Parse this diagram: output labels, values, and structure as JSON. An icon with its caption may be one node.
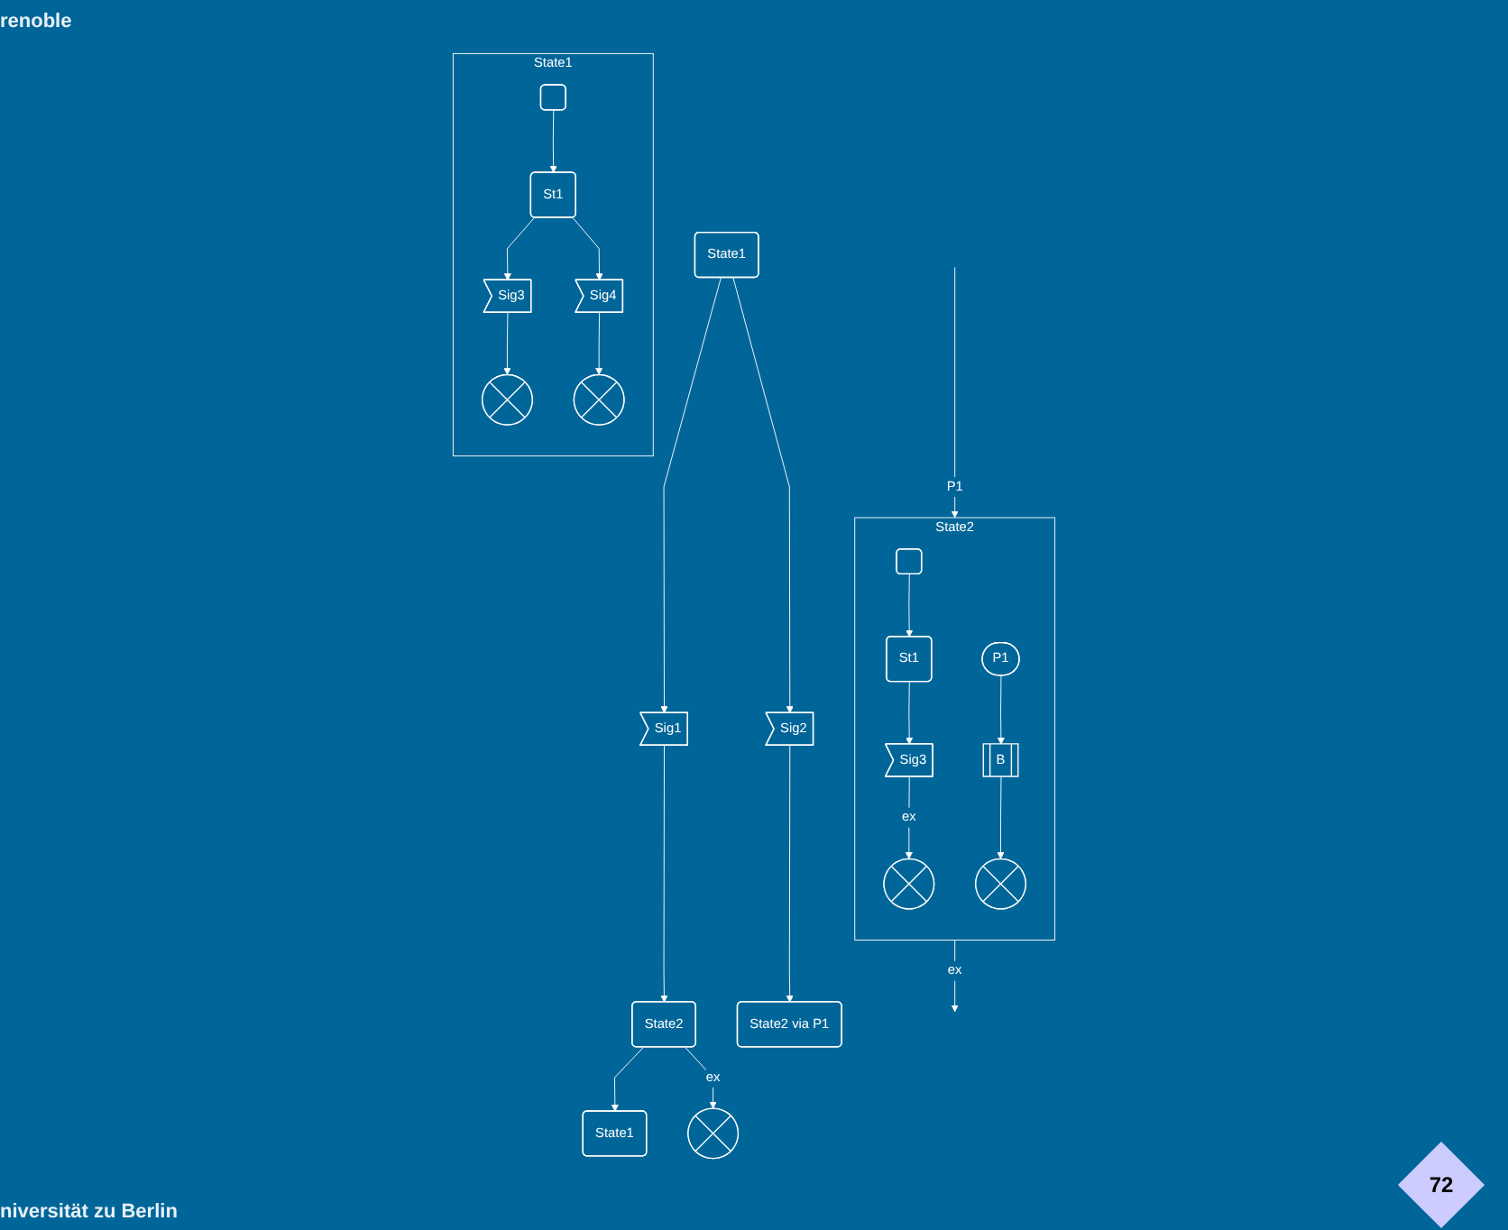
{
  "diagram": {
    "nodes": [
      {
        "text": [
          "State1"
        ]
      },
      {
        "text": [
          "Sig1"
        ]
      },
      {
        "text": [
          "Sig2"
        ]
      },
      {
        "text": [
          "State2"
        ]
      },
      {
        "text": [
          "State2 via P1"
        ]
      },
      {
        "text": [
          "State1"
        ]
      },
      {
        "text": [],
        "shape": "cross"
      },
      {
        "text": [
          "State1"
        ]
      },
      {
        "text": [],
        "shape": "box",
        "in": 7
      },
      {
        "text": [
          "St1"
        ],
        "in": 7
      },
      {
        "text": [
          "Sig3"
        ],
        "in": 7
      },
      {
        "text": [
          "Sig4"
        ],
        "in": 7
      },
      {
        "text": [],
        "shape": "circle",
        "in": 7
      },
      {
        "text": [],
        "shape": "circle",
        "in": 7
      },
      {
        "text": [
          "State2"
        ]
      },
      {
        "text": [],
        "shape": "box",
        "in": 14
      },
      {
        "text": [
          "St1"
        ],
        "in": 14
      },
      {
        "text": [
          "Sig3"
        ],
        "in": 14
      },
      {
        "text": [
          "P1"
        ],
        "in": 14
      },
      {
        "text": [
          "B"
        ],
        "in": 14
      },
      {
        "text": [],
        "shape": "circle",
        "in": 14
      },
      {
        "text": [],
        "shape": "circle",
        "in": 14
      }
    ],
    "edges": [
      {
        "from": 0,
        "to": 1,
        "arrow": "to"
      },
      {
        "from": 0,
        "to": 2,
        "arrow": "to"
      },
      {
        "from": 1,
        "to": 3,
        "arrow": "to"
      },
      {
        "from": 2,
        "to": 4,
        "arrow": "to"
      },
      {
        "from": 3,
        "to": 5,
        "arrow": "to"
      },
      {
        "from": 3,
        "to": 6,
        "arrow": "to",
        "label": "ex"
      },
      {
        "from": 8,
        "to": 9,
        "arrow": "to"
      },
      {
        "from": 9,
        "to": 10,
        "arrow": "to"
      },
      {
        "from": 9,
        "to": 11,
        "arrow": "to"
      },
      {
        "from": 10,
        "to": 12,
        "arrow": "to"
      },
      {
        "from": 11,
        "to": 13,
        "arrow": "to"
      },
      {
        "from": 15,
        "to": 16,
        "arrow": "to"
      },
      {
        "from": 16,
        "to": 17,
        "arrow": "to"
      },
      {
        "from": 17,
        "to": 20,
        "arrow": "to",
        "label": "ex"
      },
      {
        "from": 18,
        "to": 19,
        "arrow": "to"
      },
      {
        "from": 19,
        "to": 21,
        "arrow": "to"
      },
      {
        "from": null,
        "to": 14,
        "arrow": "to",
        "label": "P1"
      },
      {
        "from": 14,
        "to": null,
        "arrow": "to",
        "label": "ex"
      }
    ],
    "labels": [
      "renoble",
      "niversität zu Berlin",
      "72"
    ]
  }
}
